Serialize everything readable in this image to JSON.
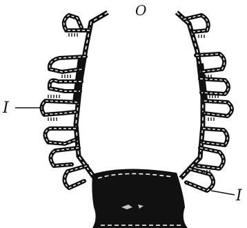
{
  "labels": {
    "opening": "O",
    "inner_left": "I",
    "inner_right": "I"
  },
  "colors": {
    "ink": "#111111",
    "paper": "#ffffff"
  }
}
